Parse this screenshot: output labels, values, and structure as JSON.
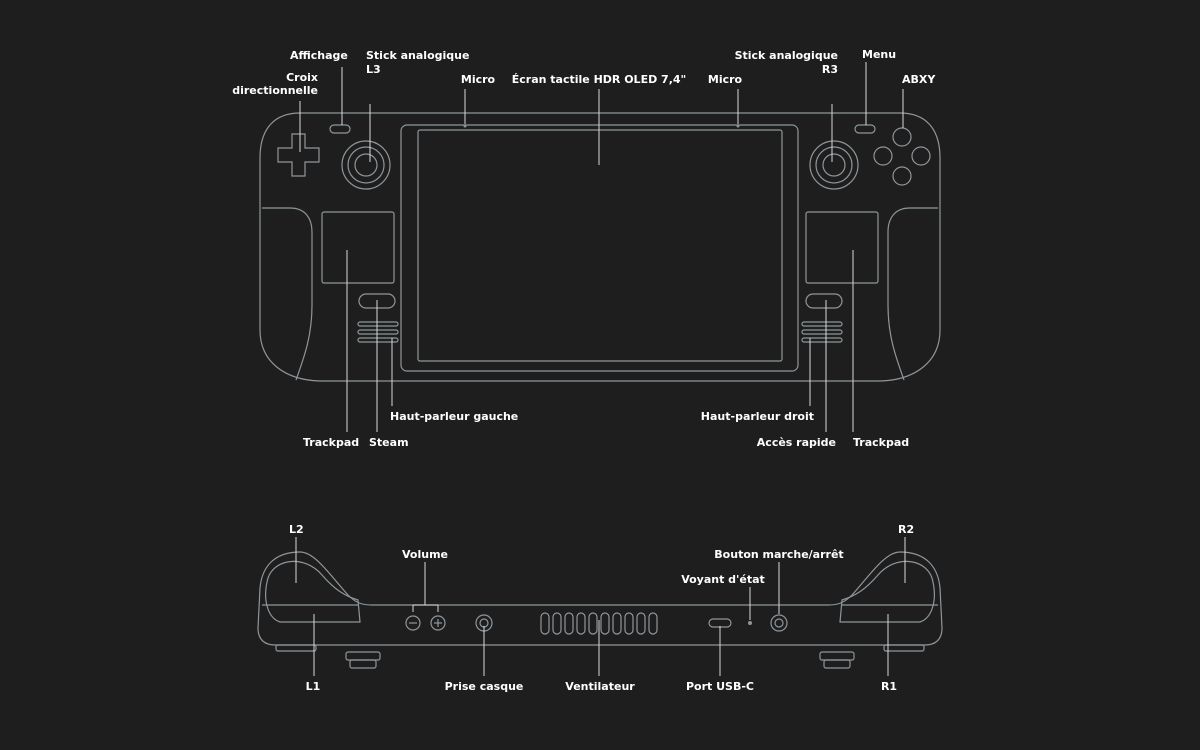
{
  "colors": {
    "background": "#1e1e1e",
    "outline": "#8f969b",
    "leader": "#d8d8d8",
    "text": "#ffffff"
  },
  "front_view": {
    "labels": {
      "display": "Affichage",
      "dpad": [
        "Croix",
        "directionnelle"
      ],
      "stick_left": [
        "Stick analogique",
        "L3"
      ],
      "mic_left": "Micro",
      "screen": "Écran tactile HDR OLED 7,4\"",
      "mic_right": "Micro",
      "stick_right": [
        "Stick analogique",
        "R3"
      ],
      "menu": "Menu",
      "abxy": "ABXY",
      "speaker_left": "Haut-parleur gauche",
      "trackpad_left": "Trackpad",
      "steam": "Steam",
      "speaker_right": "Haut-parleur droit",
      "quick_access": "Accès rapide",
      "trackpad_right": "Trackpad"
    }
  },
  "top_view": {
    "labels": {
      "l2": "L2",
      "r2": "R2",
      "volume": "Volume",
      "power_button": "Bouton marche/arrêt",
      "status_led": "Voyant d'état",
      "l1": "L1",
      "headphone_jack": "Prise casque",
      "fan": "Ventilateur",
      "usb_c": "Port USB-C",
      "r1": "R1"
    }
  }
}
